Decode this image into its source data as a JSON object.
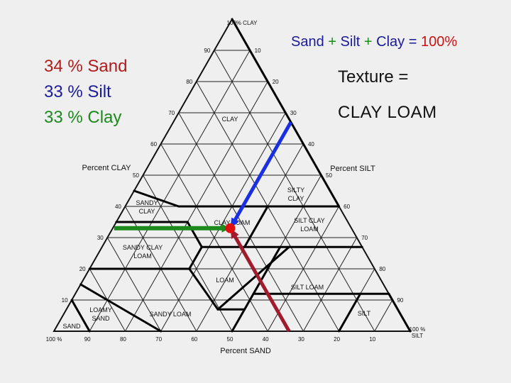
{
  "composition": {
    "sand": {
      "value": "34 %",
      "name": "Sand",
      "color": "#b01c1c"
    },
    "silt": {
      "value": "33 %",
      "name": "Silt",
      "color": "#1c1c9a"
    },
    "clay": {
      "value": "33 %",
      "name": "Clay",
      "color": "#1c8a1c"
    }
  },
  "equation": {
    "sand": "Sand",
    "plus1": "+",
    "silt": "Silt",
    "plus2": "+",
    "clay": "Clay",
    "equals": "=",
    "total": "100%"
  },
  "result": {
    "label": "Texture =",
    "value": "CLAY LOAM"
  },
  "triangle": {
    "apex_label": "100% CLAY",
    "bottom_right_label_1": "100 %",
    "bottom_right_label_2": "SILT",
    "bottom_left_label": "100 %",
    "axis_clay": "Percent CLAY",
    "axis_silt": "Percent SILT",
    "axis_sand": "Percent SAND",
    "clay_ticks": [
      "90",
      "80",
      "70",
      "60",
      "50",
      "40",
      "30",
      "20",
      "10"
    ],
    "silt_ticks": [
      "10",
      "20",
      "30",
      "40",
      "50",
      "60",
      "70",
      "80",
      "90"
    ],
    "sand_ticks": [
      "90",
      "80",
      "70",
      "60",
      "50",
      "40",
      "30",
      "20",
      "10"
    ],
    "regions": [
      {
        "id": "clay",
        "lines": [
          "CLAY"
        ]
      },
      {
        "id": "silty-clay",
        "lines": [
          "SILTY",
          "CLAY"
        ]
      },
      {
        "id": "sandy-clay",
        "lines": [
          "SANDY",
          "CLAY"
        ]
      },
      {
        "id": "clay-loam",
        "lines": [
          "CLAY LOAM"
        ]
      },
      {
        "id": "silty-clay-loam",
        "lines": [
          "SILT CLAY",
          "LOAM"
        ]
      },
      {
        "id": "sandy-clay-loam",
        "lines": [
          "SANDY CLAY",
          "LOAM"
        ]
      },
      {
        "id": "loam",
        "lines": [
          "LOAM"
        ]
      },
      {
        "id": "silt-loam",
        "lines": [
          "SILT LOAM"
        ]
      },
      {
        "id": "silt",
        "lines": [
          "SILT"
        ]
      },
      {
        "id": "sandy-loam",
        "lines": [
          "SANDY LOAM"
        ]
      },
      {
        "id": "loamy-sand",
        "lines": [
          "LOAMY",
          "SAND"
        ]
      },
      {
        "id": "sand",
        "lines": [
          "SAND"
        ]
      }
    ]
  },
  "arrows": {
    "clay": {
      "percent": 33,
      "color": "#1c8a1c"
    },
    "silt": {
      "percent": 33,
      "color": "#1a2fe0"
    },
    "sand": {
      "percent": 34,
      "color": "#a01c2c"
    },
    "point_color": "#e01010"
  }
}
